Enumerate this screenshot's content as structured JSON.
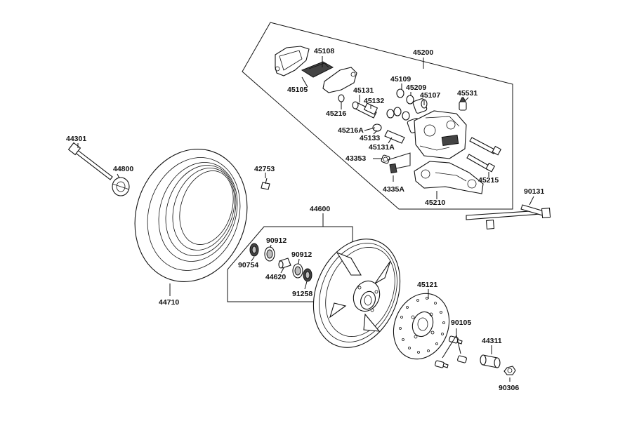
{
  "parts": {
    "p45200": "45200",
    "p45108": "45108",
    "p45105": "45105",
    "p45109": "45109",
    "p45209": "45209",
    "p45107": "45107",
    "p45131": "45131",
    "p45132": "45132",
    "p45216": "45216",
    "p45531": "45531",
    "p45216A": "45216A",
    "p45133": "45133",
    "p45131A": "45131A",
    "p43353": "43353",
    "p4335A": "4335A",
    "p45215": "45215",
    "p45210": "45210",
    "p44301": "44301",
    "p44800": "44800",
    "p42753": "42753",
    "p90131": "90131",
    "p44600": "44600",
    "p90912a": "90912",
    "p90912b": "90912",
    "p90754": "90754",
    "p44620": "44620",
    "p91258": "91258",
    "p44710": "44710",
    "p45121": "45121",
    "p90105": "90105",
    "p44311": "44311",
    "p90306": "90306"
  }
}
